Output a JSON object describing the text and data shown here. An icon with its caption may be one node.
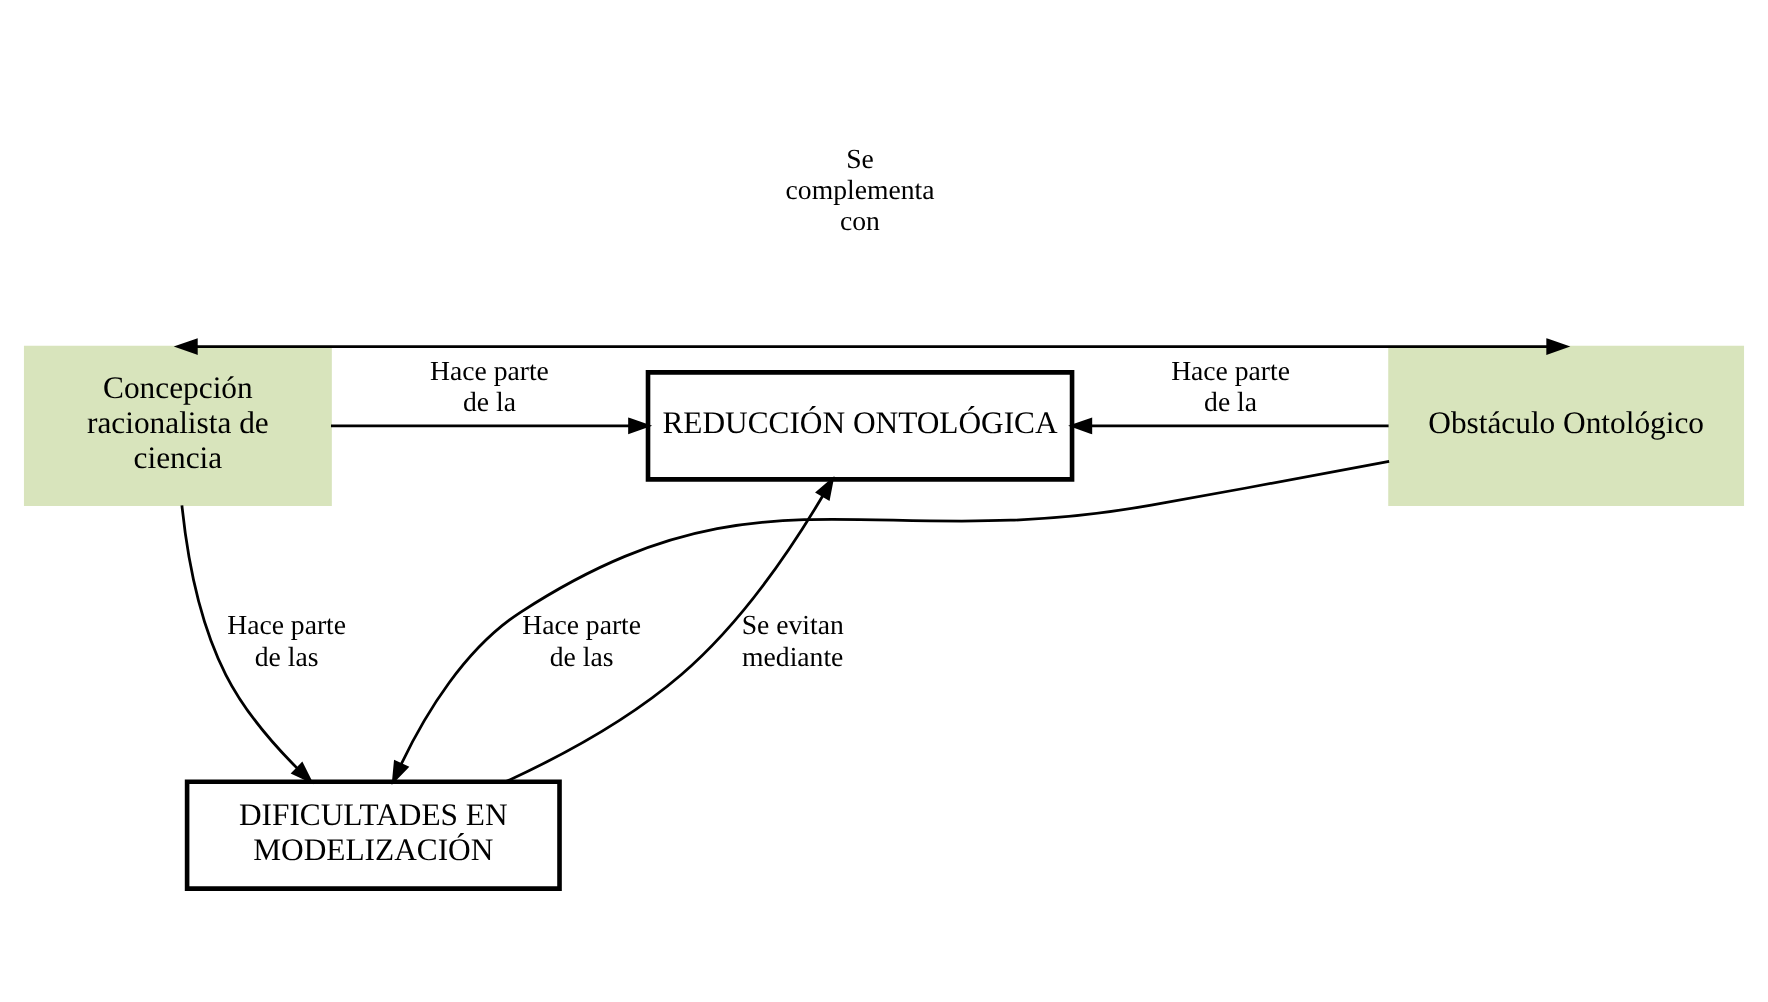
{
  "diagram": {
    "nodes": [
      {
        "text": [
          "Concepción racionalista de ciencia"
        ]
      },
      {
        "text": [
          "REDUCCIÓN ONTOLÓGICA"
        ]
      },
      {
        "text": [
          "Obstáculo Ontológico"
        ]
      },
      {
        "text": [
          "DIFICULTADES EN MODELIZACIÓN"
        ]
      }
    ],
    "edges": [
      {
        "from": 0,
        "to": 2,
        "arrow": "both",
        "label": "Se complementa con"
      },
      {
        "from": 0,
        "to": 1,
        "arrow": "to",
        "label": "Hace parte de la"
      },
      {
        "from": 2,
        "to": 1,
        "arrow": "to",
        "label": "Hace parte de la"
      },
      {
        "from": 3,
        "to": 1,
        "arrow": "to",
        "label": "Se evitan mediante"
      },
      {
        "from": 0,
        "to": 3,
        "arrow": "to",
        "label": "Hace parte de las"
      },
      {
        "from": 2,
        "to": 3,
        "arrow": "to",
        "label": "Hace parte de las"
      }
    ]
  }
}
